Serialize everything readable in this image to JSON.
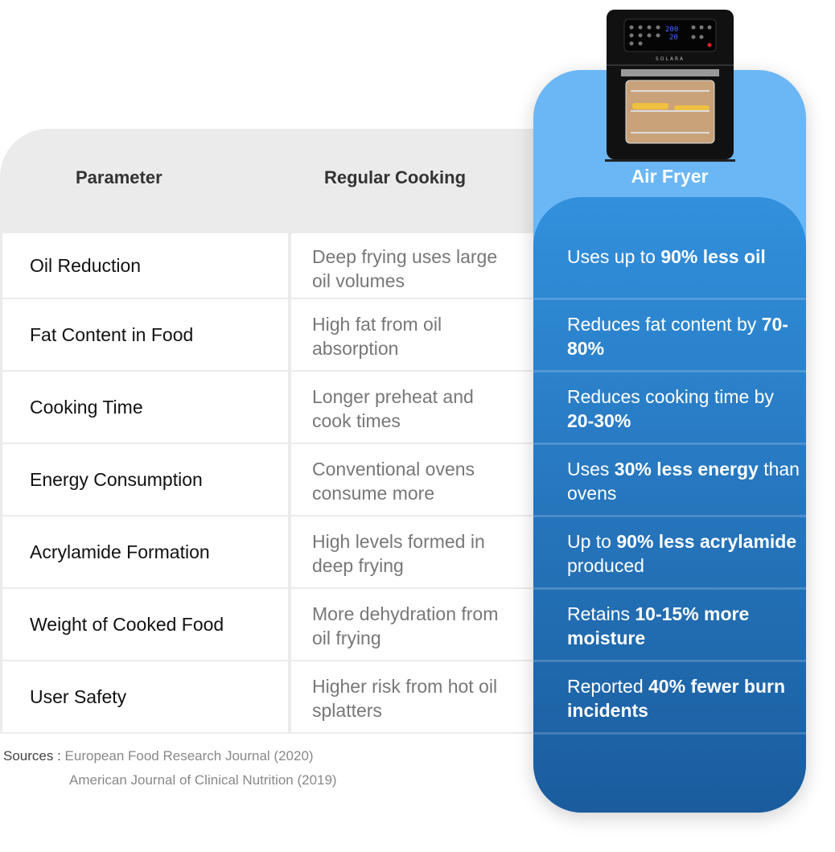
{
  "headers": {
    "parameter": "Parameter",
    "regular": "Regular Cooking",
    "airfryer": "Air Fryer"
  },
  "product": {
    "brand": "SOLARA",
    "display_temp": "200",
    "display_time": "20"
  },
  "rows": [
    {
      "parameter": "Oil Reduction",
      "regular": "Deep frying uses large oil volumes",
      "air": {
        "pre": "Uses up to ",
        "bold": "90% less oil",
        "post": ""
      }
    },
    {
      "parameter": "Fat Content in Food",
      "regular": "High fat from oil absorption",
      "air": {
        "pre": "Reduces fat content by ",
        "bold": "70-80%",
        "post": ""
      }
    },
    {
      "parameter": "Cooking Time",
      "regular": "Longer preheat and cook times",
      "air": {
        "pre": "Reduces cooking time by ",
        "bold": "20-30%",
        "post": ""
      }
    },
    {
      "parameter": "Energy Consumption",
      "regular": "Conventional ovens consume more",
      "air": {
        "pre": "Uses ",
        "bold": "30% less energy",
        "post": " than ovens"
      }
    },
    {
      "parameter": "Acrylamide Formation",
      "regular": "High levels formed in deep frying",
      "air": {
        "pre": "Up to ",
        "bold": "90% less acrylamide",
        "post": " produced"
      }
    },
    {
      "parameter": "Weight of Cooked Food",
      "regular": "More dehydration from oil frying",
      "air": {
        "pre": "Retains ",
        "bold": "10-15% more moisture",
        "post": ""
      }
    },
    {
      "parameter": "User Safety",
      "regular": "Higher risk from hot oil splatters",
      "air": {
        "pre": "Reported ",
        "bold": "40% fewer burn incidents",
        "post": ""
      }
    }
  ],
  "sources": {
    "label": "Sources : ",
    "items": [
      "European Food Research Journal (2020)",
      "American Journal of Clinical Nutrition (2019)"
    ]
  }
}
